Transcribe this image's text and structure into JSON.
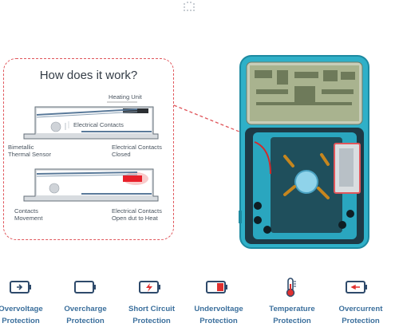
{
  "diagram": {
    "title": "How does it work?",
    "labels": {
      "heating_unit": "Heating Unit",
      "electrical_contacts": "Electrical Contacts",
      "bimetallic_line1": "Bimetallic",
      "bimetallic_line2": "Thermal Sensor",
      "contacts_closed_line1": "Electrical Contacts",
      "contacts_closed_line2": "Closed",
      "contacts_movement_line1": "Contacts",
      "contacts_movement_line2": "Movement",
      "contacts_open_line1": "Electrical Contacts",
      "contacts_open_line2": "Open dut to Heat"
    }
  },
  "protections": [
    {
      "line1": "Overvoltage",
      "line2": "Protection",
      "icon": "battery-bolt-icon"
    },
    {
      "line1": "Overcharge",
      "line2": "Protection",
      "icon": "empty-battery-icon"
    },
    {
      "line1": "Short Circuit",
      "line2": "Protection",
      "icon": "battery-lightning-icon"
    },
    {
      "line1": "Undervoltage",
      "line2": "Protection",
      "icon": "low-battery-icon"
    },
    {
      "line1": "Temperature",
      "line2": "Protection",
      "icon": "thermometer-icon"
    },
    {
      "line1": "Overcurrent",
      "line2": "Protection",
      "icon": "battery-spark-icon"
    }
  ],
  "colors": {
    "accent_red": "#e0565b",
    "device_teal": "#2fb0c8",
    "label_blue": "#3b6f9c",
    "icon_dark": "#2e4a6b"
  }
}
